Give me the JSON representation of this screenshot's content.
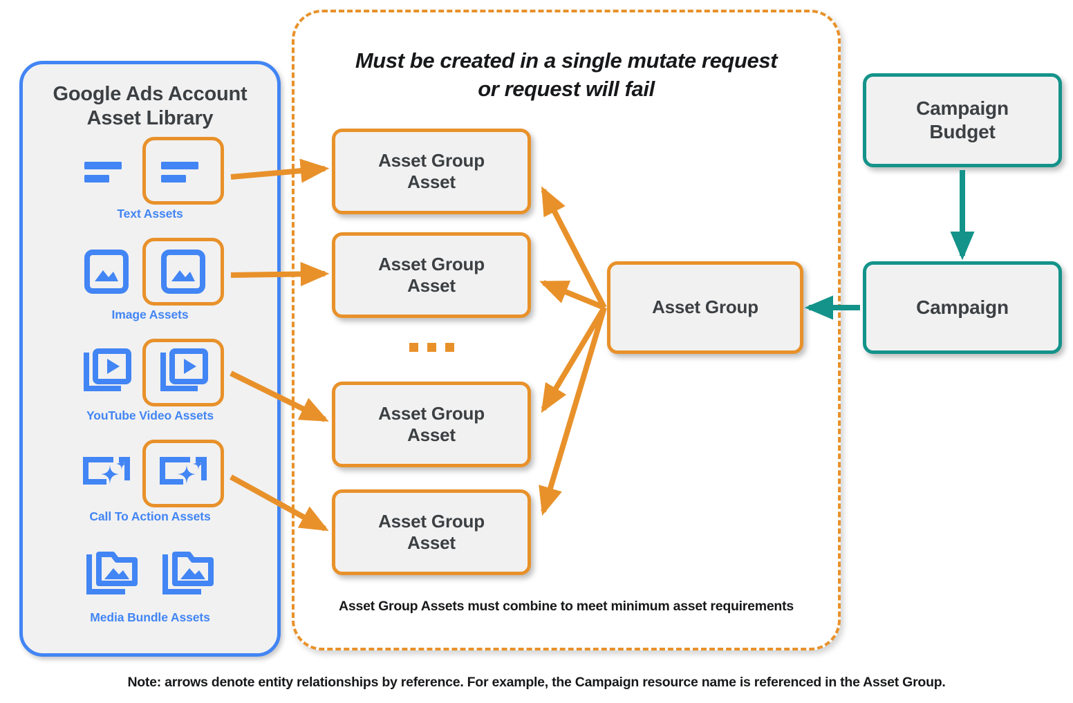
{
  "library": {
    "title": "Google Ads Account\nAsset Library",
    "title_line1": "Google Ads Account",
    "title_line2": "Asset Library",
    "border_color": "#4285F4",
    "items": [
      {
        "label": "Text Assets",
        "icon": "text-asset-icon"
      },
      {
        "label": "Image Assets",
        "icon": "image-asset-icon"
      },
      {
        "label": "YouTube Video  Assets",
        "icon": "video-asset-icon"
      },
      {
        "label": "Call To Action Assets",
        "icon": "call-to-action-asset-icon"
      },
      {
        "label": "Media Bundle  Assets",
        "icon": "media-bundle-asset-icon"
      }
    ]
  },
  "mutate_group": {
    "title_line1": "Must be created in a single mutate request",
    "title_line2": "or request will fail",
    "footnote": "Asset Group Assets must combine to meet minimum asset requirements",
    "border_color": "#E8912A",
    "ellipsis": "...",
    "asset_group_assets": [
      {
        "label": "Asset Group\nAsset",
        "line1": "Asset Group",
        "line2": "Asset"
      },
      {
        "label": "Asset Group\nAsset",
        "line1": "Asset Group",
        "line2": "Asset"
      },
      {
        "label": "Asset Group\nAsset",
        "line1": "Asset Group",
        "line2": "Asset"
      },
      {
        "label": "Asset Group\nAsset",
        "line1": "Asset Group",
        "line2": "Asset"
      }
    ]
  },
  "nodes": {
    "asset_group": {
      "label": "Asset Group",
      "color": "#E8912A"
    },
    "campaign_budget": {
      "line1": "Campaign",
      "line2": "Budget",
      "label": "Campaign Budget",
      "color": "#14938A"
    },
    "campaign": {
      "label": "Campaign",
      "color": "#14938A"
    }
  },
  "footer": {
    "note": "Note: arrows denote entity relationships by reference. For example, the Campaign resource name is referenced in the Asset Group."
  },
  "colors": {
    "orange": "#E8912A",
    "blue": "#4285F4",
    "teal": "#14938A",
    "node_fill": "#F1F1F1",
    "text_dark": "#3C4043"
  }
}
